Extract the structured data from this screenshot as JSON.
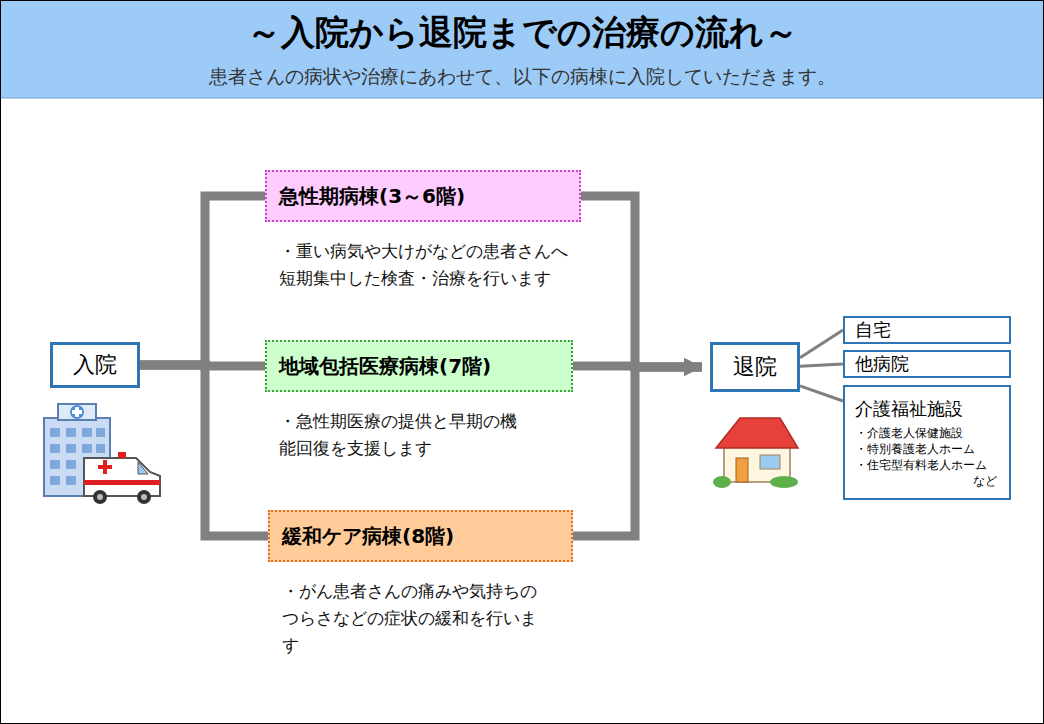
{
  "diagram": {
    "title": "～入院から退院までの治療の流れ～",
    "caption": "患者さんの病状や治療にあわせて、以下の病棟に入院していただきます。",
    "nodes": [
      {
        "text": [
          "入院"
        ]
      },
      {
        "text": [
          "急性期病棟(3～6階)",
          "・重い病気や大けがなどの患者さんへ 短期集中した検査・治療を行います"
        ]
      },
      {
        "text": [
          "地域包括医療病棟(7階)",
          "・急性期医療の提供と早期の機 能回復を支援します"
        ]
      },
      {
        "text": [
          "緩和ケア病棟(8階)",
          "・がん患者さんの痛みや気持ちの つらさなどの症状の緩和を行います"
        ]
      },
      {
        "text": [
          "退院"
        ]
      },
      {
        "text": [
          "自宅"
        ]
      },
      {
        "text": [
          "他病院"
        ]
      },
      {
        "text": [
          "介護福祉施設",
          "・介護老人保健施設",
          "・特別養護老人ホーム",
          "・住宅型有料老人ホーム",
          "など"
        ]
      }
    ],
    "edges": [
      {
        "from": 0,
        "to": 1,
        "arrow": "none"
      },
      {
        "from": 0,
        "to": 2,
        "arrow": "none"
      },
      {
        "from": 0,
        "to": 3,
        "arrow": "none"
      },
      {
        "from": 1,
        "to": 4,
        "arrow": "to"
      },
      {
        "from": 2,
        "to": 4,
        "arrow": "to"
      },
      {
        "from": 3,
        "to": 4,
        "arrow": "to"
      },
      {
        "from": 4,
        "to": 5,
        "arrow": "none"
      },
      {
        "from": 4,
        "to": 6,
        "arrow": "none"
      },
      {
        "from": 4,
        "to": 7,
        "arrow": "none"
      }
    ]
  }
}
